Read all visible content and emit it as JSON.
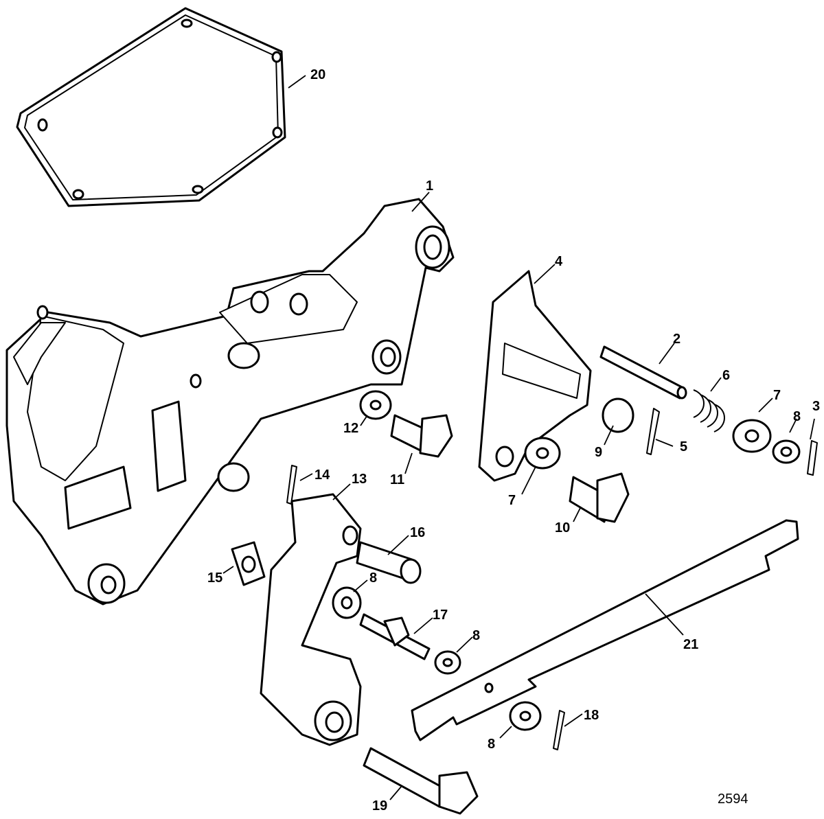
{
  "diagram": {
    "id": "2594",
    "callouts": [
      {
        "key": "c20",
        "label": "20"
      },
      {
        "key": "c1",
        "label": "1"
      },
      {
        "key": "c4",
        "label": "4"
      },
      {
        "key": "c2",
        "label": "2"
      },
      {
        "key": "c6",
        "label": "6"
      },
      {
        "key": "c7a",
        "label": "7"
      },
      {
        "key": "c8a",
        "label": "8"
      },
      {
        "key": "c3",
        "label": "3"
      },
      {
        "key": "c12",
        "label": "12"
      },
      {
        "key": "c11",
        "label": "11"
      },
      {
        "key": "c9",
        "label": "9"
      },
      {
        "key": "c5",
        "label": "5"
      },
      {
        "key": "c7b",
        "label": "7"
      },
      {
        "key": "c10",
        "label": "10"
      },
      {
        "key": "c14",
        "label": "14"
      },
      {
        "key": "c13",
        "label": "13"
      },
      {
        "key": "c16",
        "label": "16"
      },
      {
        "key": "c15",
        "label": "15"
      },
      {
        "key": "c8b",
        "label": "8"
      },
      {
        "key": "c17",
        "label": "17"
      },
      {
        "key": "c8c",
        "label": "8"
      },
      {
        "key": "c21",
        "label": "21"
      },
      {
        "key": "c18",
        "label": "18"
      },
      {
        "key": "c8d",
        "label": "8"
      },
      {
        "key": "c19",
        "label": "19"
      }
    ]
  }
}
